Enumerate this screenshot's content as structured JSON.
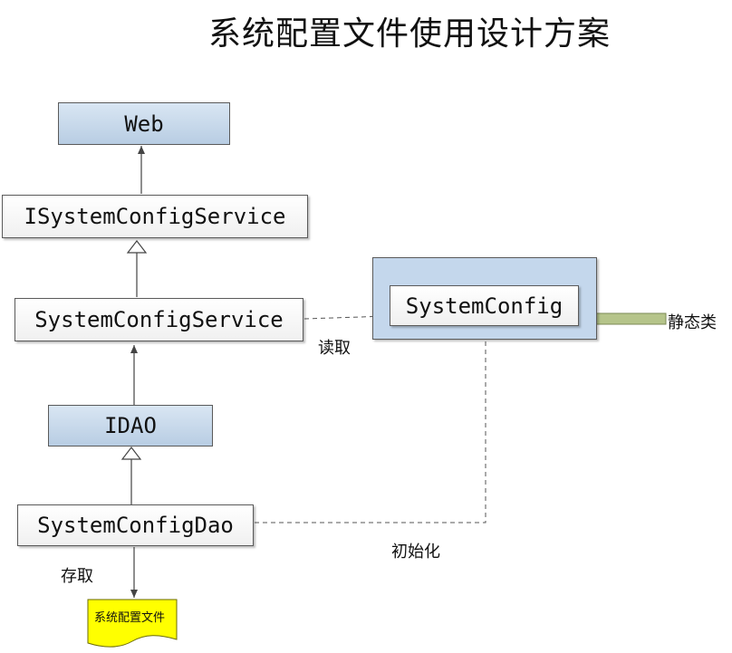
{
  "title": "系统配置文件使用设计方案",
  "boxes": {
    "web": "Web",
    "isystem_config_service": "ISystemConfigService",
    "system_config_service": "SystemConfigService",
    "idao": "IDAO",
    "system_config_dao": "SystemConfigDao",
    "system_config": "SystemConfig"
  },
  "labels": {
    "read": "读取",
    "init": "初始化",
    "store": "存取",
    "static_class": "静态类"
  },
  "file": {
    "label": "系统配置文件"
  },
  "colors": {
    "blue_box": "#c4d7ec",
    "file_fill": "#ffff00",
    "static_arrow": "#b5c48a"
  }
}
